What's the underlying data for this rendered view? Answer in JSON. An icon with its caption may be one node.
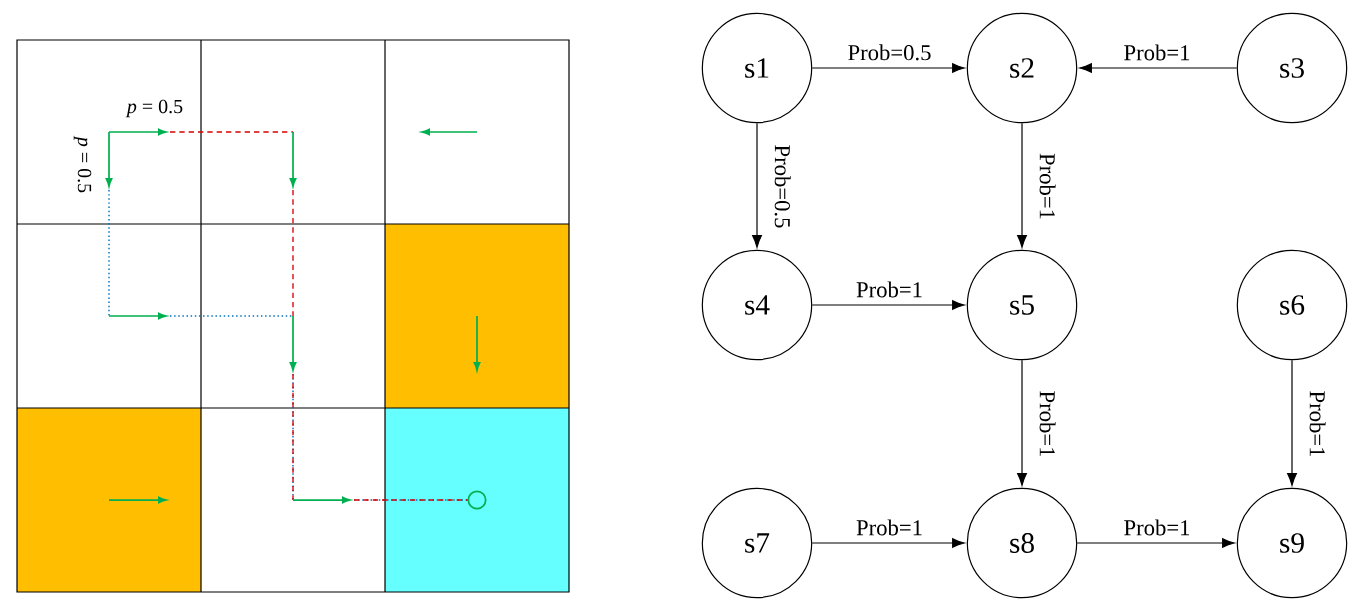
{
  "diagram": {
    "nodes": [
      {
        "text": [
          "s1"
        ]
      },
      {
        "text": [
          "s2"
        ]
      },
      {
        "text": [
          "s3"
        ]
      },
      {
        "text": [
          "s4"
        ]
      },
      {
        "text": [
          "s5"
        ]
      },
      {
        "text": [
          "s6"
        ]
      },
      {
        "text": [
          "s7"
        ]
      },
      {
        "text": [
          "s8"
        ]
      },
      {
        "text": [
          "s9"
        ]
      }
    ],
    "edges": [
      {
        "from": 0,
        "to": 1,
        "arrow": "to",
        "label": "Prob=0.5"
      },
      {
        "from": 2,
        "to": 1,
        "arrow": "to",
        "label": "Prob=1"
      },
      {
        "from": 0,
        "to": 3,
        "arrow": "to",
        "label": "Prob=0.5"
      },
      {
        "from": 1,
        "to": 4,
        "arrow": "to",
        "label": "Prob=1"
      },
      {
        "from": 3,
        "to": 4,
        "arrow": "to",
        "label": "Prob=1"
      },
      {
        "from": 4,
        "to": 7,
        "arrow": "to",
        "label": "Prob=1"
      },
      {
        "from": 5,
        "to": 8,
        "arrow": "to",
        "label": "Prob=1"
      },
      {
        "from": 6,
        "to": 7,
        "arrow": "to",
        "label": "Prob=1"
      },
      {
        "from": 7,
        "to": 8,
        "arrow": "to",
        "label": "Prob=1"
      }
    ],
    "labels": [
      "*p* = 0.5",
      "*p* = 0.5"
    ]
  }
}
